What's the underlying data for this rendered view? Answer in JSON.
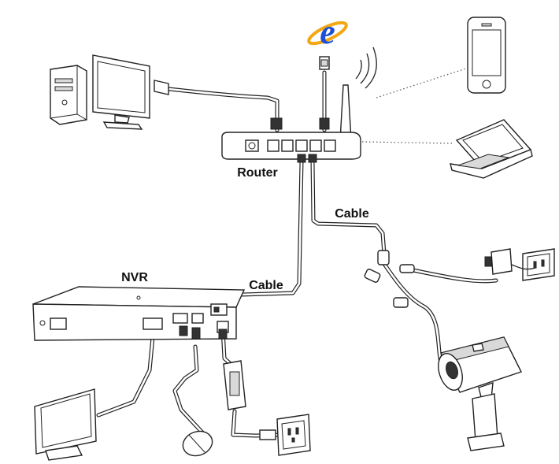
{
  "labels": {
    "router": "Router",
    "nvr": "NVR",
    "cable_router_camera": "Cable",
    "cable_router_nvr": "Cable"
  },
  "icons": {
    "browser": "ie-browser-icon",
    "desktop_pc": "desktop-computer-icon",
    "phone": "smartphone-icon",
    "laptop": "laptop-icon",
    "router": "router-icon",
    "nvr": "nvr-recorder-icon",
    "monitor": "monitor-icon",
    "mouse": "mouse-icon",
    "camera": "bullet-camera-icon",
    "power_adapter": "power-adapter-icon",
    "wall_outlet": "wall-socket-icon",
    "wifi": "wifi-signal-icon"
  },
  "colors": {
    "browser_blue": "#1e4fd6",
    "browser_ring": "#f3a712",
    "line": "#222222"
  }
}
